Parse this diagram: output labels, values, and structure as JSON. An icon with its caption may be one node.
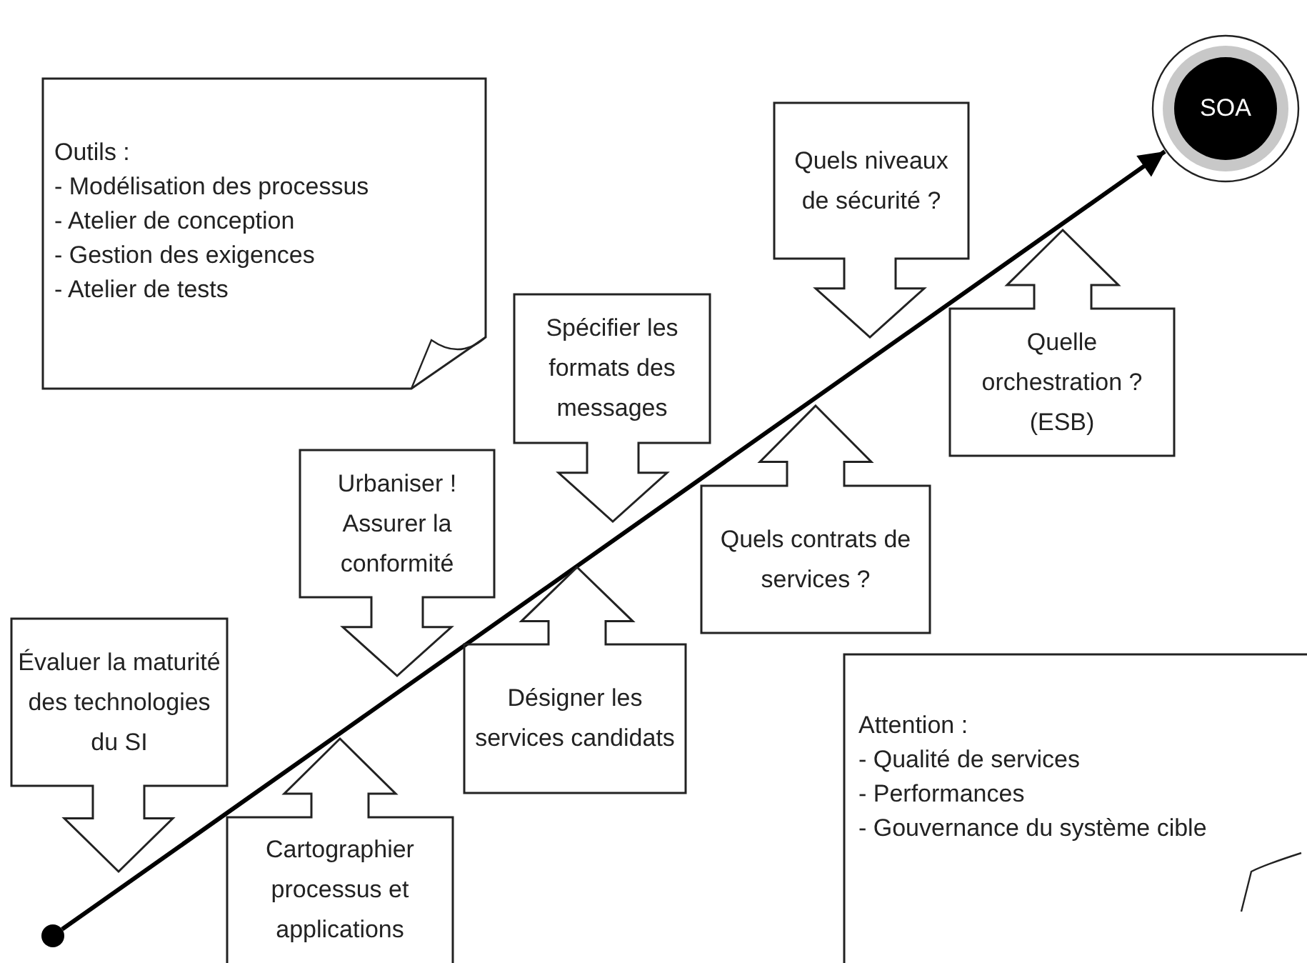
{
  "diagram": {
    "nodes": [
      {
        "text": [
          "Outils :",
          "- Modélisation des processus",
          "- Atelier de conception",
          "- Gestion des exigences",
          "- Atelier de tests"
        ]
      },
      {
        "text": [
          "SOA"
        ]
      },
      {
        "text": [
          "Quels niveaux de sécurité ?"
        ]
      },
      {
        "text": [
          "Spécifier les formats des messages"
        ]
      },
      {
        "text": [
          "Quelle orchestration ? (ESB)"
        ]
      },
      {
        "text": [
          "Urbaniser ! Assurer la conformité"
        ]
      },
      {
        "text": [
          "Quels contrats de services ?"
        ]
      },
      {
        "text": [
          "Évaluer la maturité des technologies du SI"
        ]
      },
      {
        "text": [
          "Désigner les services candidats"
        ]
      },
      {
        "text": [
          "Attention :",
          "- Qualité de services",
          "- Performances",
          "- Gouvernance du système cible"
        ]
      },
      {
        "text": [
          "Cartographier processus et applications"
        ]
      },
      {
        "text": [],
        "shape": "circle"
      }
    ],
    "edges": [
      {
        "from": 11,
        "to": 1,
        "arrow": "to"
      }
    ]
  }
}
